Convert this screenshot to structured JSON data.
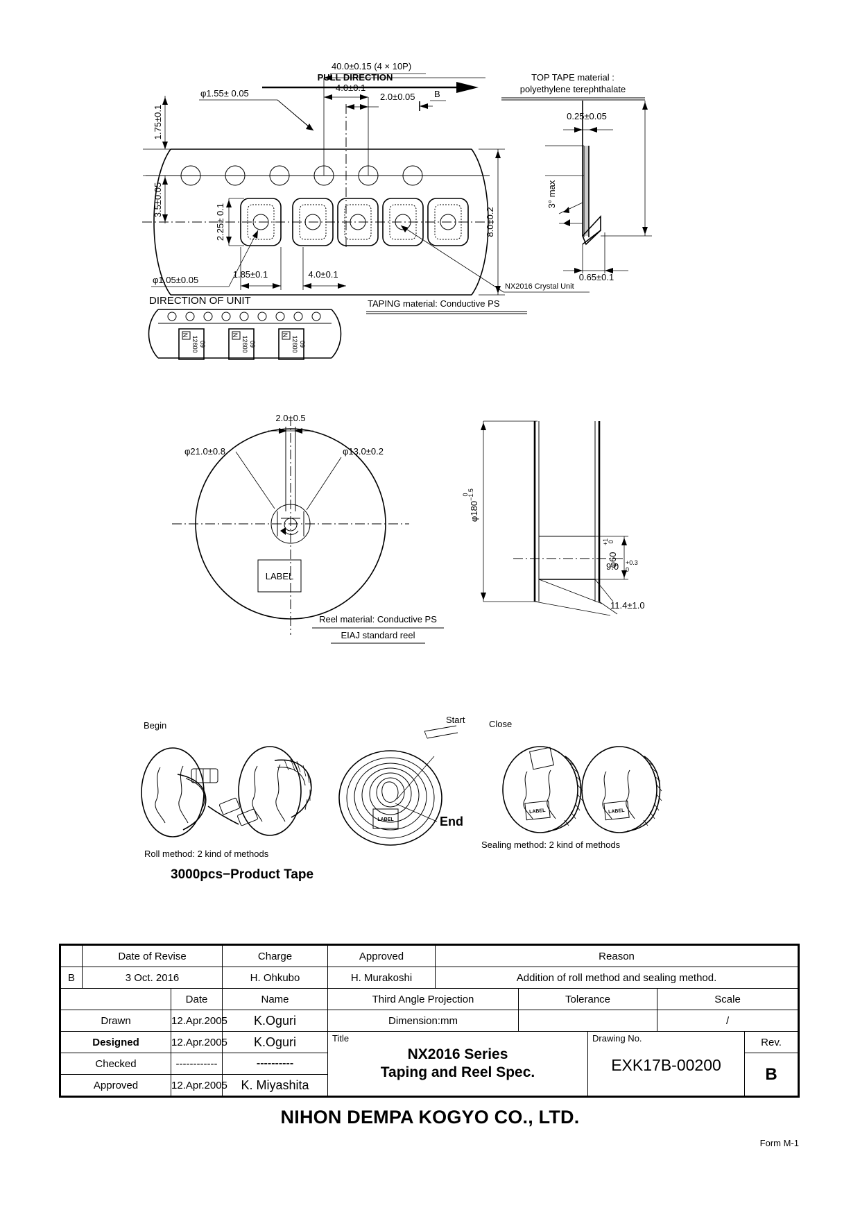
{
  "drawing": {
    "pull_direction": "PULL DIRECTION",
    "top_tape_line1": "TOP TAPE material :",
    "top_tape_line2": "polyethylene terephthalate",
    "direction_of_unit": "DIRECTION OF UNIT",
    "taping_material": "TAPING material: Conductive PS",
    "crystal_unit": "NX2016 Crystal Unit",
    "section_b": "B",
    "dims": {
      "d_175": "1.75±0.1",
      "d_350": "3.5±0.05",
      "d_225": "2.25± 0.1",
      "d_phi155": "φ1.55± 0.05",
      "d_phi105": "φ1.05±0.05",
      "d_400_10p": "40.0±0.15 (4 × 10P)",
      "d_40_top": "4.0±0.1",
      "d_20": "2.0±0.05",
      "d_185": "1.85±0.1",
      "d_40_bot": "4.0±0.1",
      "d_80": "8.0±0.2",
      "d_025": "0.25±0.05",
      "d_3max": "3° max",
      "d_065": "0.65±0.1"
    },
    "unit_mark": {
      "logo": "N",
      "line1": "12600",
      "line2": "09"
    }
  },
  "reel": {
    "d_20_05": "2.0±0.5",
    "d_phi210": "φ21.0±0.8",
    "d_phi130": "φ13.0±0.2",
    "label": "LABEL",
    "material": "Reel material: Conductive PS",
    "standard": "EIAJ standard reel",
    "d_phi180": "φ180",
    "d_phi180_up": "0",
    "d_phi180_lo": "−1.5",
    "d_phi60": "φ60",
    "d_phi60_up": "+1",
    "d_phi60_lo": "0",
    "d_90": "9.0",
    "d_90_up": "+0.3",
    "d_90_lo": "0",
    "d_114": "11.4±1.0"
  },
  "methods": {
    "begin": "Begin",
    "close": "Close",
    "start": "Start",
    "end": "End",
    "roll_method": "Roll method: 2 kind of methods",
    "sealing_method": "Sealing method: 2 kind of methods",
    "product_tape": "3000pcs−Product Tape",
    "label": "LABEL"
  },
  "title_block": {
    "headers": {
      "date_of_revise": "Date of Revise",
      "charge": "Charge",
      "approved": "Approved",
      "reason": "Reason",
      "date": "Date",
      "name": "Name",
      "third_angle": "Third Angle Projection",
      "tolerance": "Tolerance",
      "scale": "Scale",
      "title_label": "Title",
      "drawing_no_label": "Drawing No.",
      "rev_label": "Rev."
    },
    "revision": {
      "rev": "B",
      "date": "3 Oct. 2016",
      "charge": "H. Ohkubo",
      "approved": "H. Murakoshi",
      "reason": "Addition of roll method and sealing method."
    },
    "rows": [
      {
        "role": "Drawn",
        "date": "12.Apr.2005",
        "name": "K.Oguri"
      },
      {
        "role": "Designed",
        "date": "12.Apr.2005",
        "name": "K.Oguri"
      },
      {
        "role": "Checked",
        "date": "------------",
        "name": "----------"
      },
      {
        "role": "Approved",
        "date": "12.Apr.2005",
        "name": "K. Miyashita"
      }
    ],
    "dimension": "Dimension:mm",
    "tolerance_value": "",
    "scale_value": "/",
    "title_line1": "NX2016 Series",
    "title_line2": "Taping and Reel Spec.",
    "drawing_no": "EXK17B-00200",
    "rev_value": "B",
    "company": "NIHON DEMPA KOGYO CO., LTD.",
    "form": "Form M-1"
  }
}
